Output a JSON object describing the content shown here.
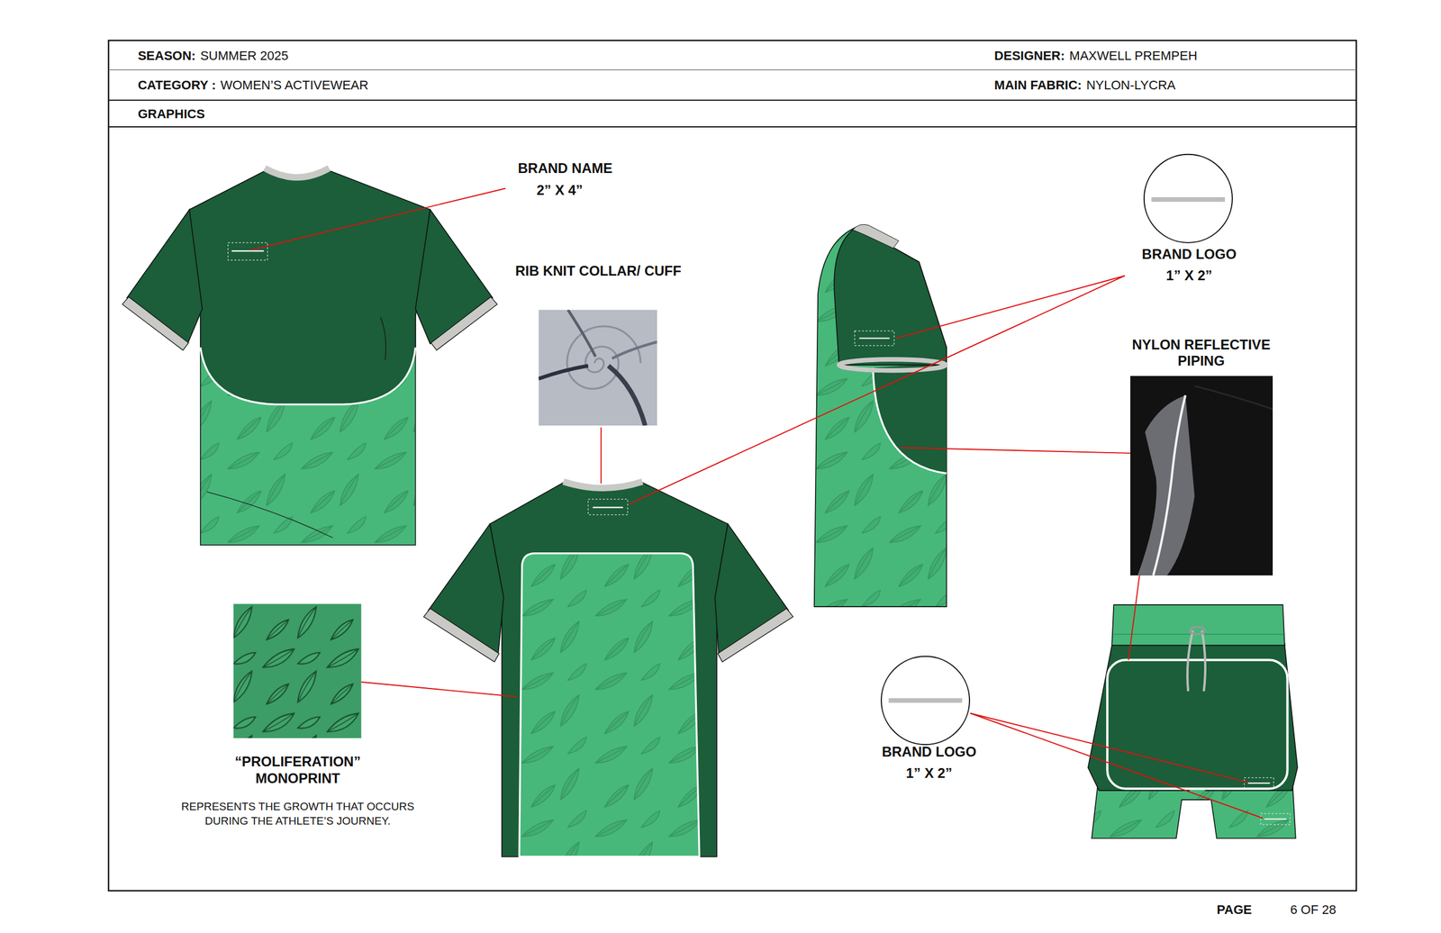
{
  "diagram": {
    "nodes": [
      {
        "text": [
          "BRAND LOGO",
          "1” X 2”"
        ]
      },
      {
        "text": [
          "RIB KNIT COLLAR/ CUFF"
        ]
      },
      {
        "text": [
          "NYLON REFLECTIVE PIPING"
        ]
      },
      {
        "text": [
          "“PROLIFERATION” MONOPRINT",
          "REPRESENTS THE GROWTH THAT OCCURS DURING THE ATHLETE’S JOURNEY."
        ]
      },
      {
        "text": [
          "BRAND LOGO",
          "1” X 2”"
        ]
      }
    ],
    "labels": [
      "SEASON:",
      "SUMMER 2025",
      "DESIGNER:",
      "MAXWELL PREMPEH",
      "CATEGORY :",
      "WOMEN’S ACTIVEWEAR",
      "MAIN FABRIC:",
      "NYLON-LYCRA",
      "GRAPHICS",
      "BRAND NAME",
      "2” X 4”",
      "PAGE",
      "6 OF 28"
    ]
  }
}
